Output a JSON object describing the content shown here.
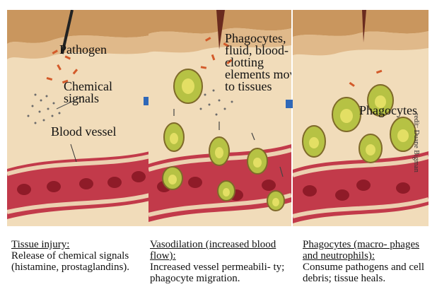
{
  "labels": {
    "pathogen": "Pathogen",
    "chemical": "Chemical\nsignals",
    "blood_vessel": "Blood vessel",
    "phagocytes_move": "Phagocytes,\nfluid, blood-\nclotting\nelements move\nto tissues",
    "phagocytes": "Phagocytes"
  },
  "captions": [
    {
      "head": "Tissue injury:",
      "body": "Release of chemical signals (histamine, prostaglandins)."
    },
    {
      "head": "Vasodilation (increased blood flow):",
      "body": "Increased vessel permeabili- ty; phagocyte migration."
    },
    {
      "head": "Phagocytes (macro- phages and neutrophils):",
      "body": "Consume pathogens and cell debris; tissue heals."
    }
  ],
  "credit": "redit: Duane Bigman",
  "colors": {
    "skin": "#d9b27c",
    "skin_top": "#c9965e",
    "vessel": "#c23a4a",
    "arrow": "#2f68b8",
    "phagocyte": "#b6c244",
    "nucleus": "#e3df64"
  }
}
